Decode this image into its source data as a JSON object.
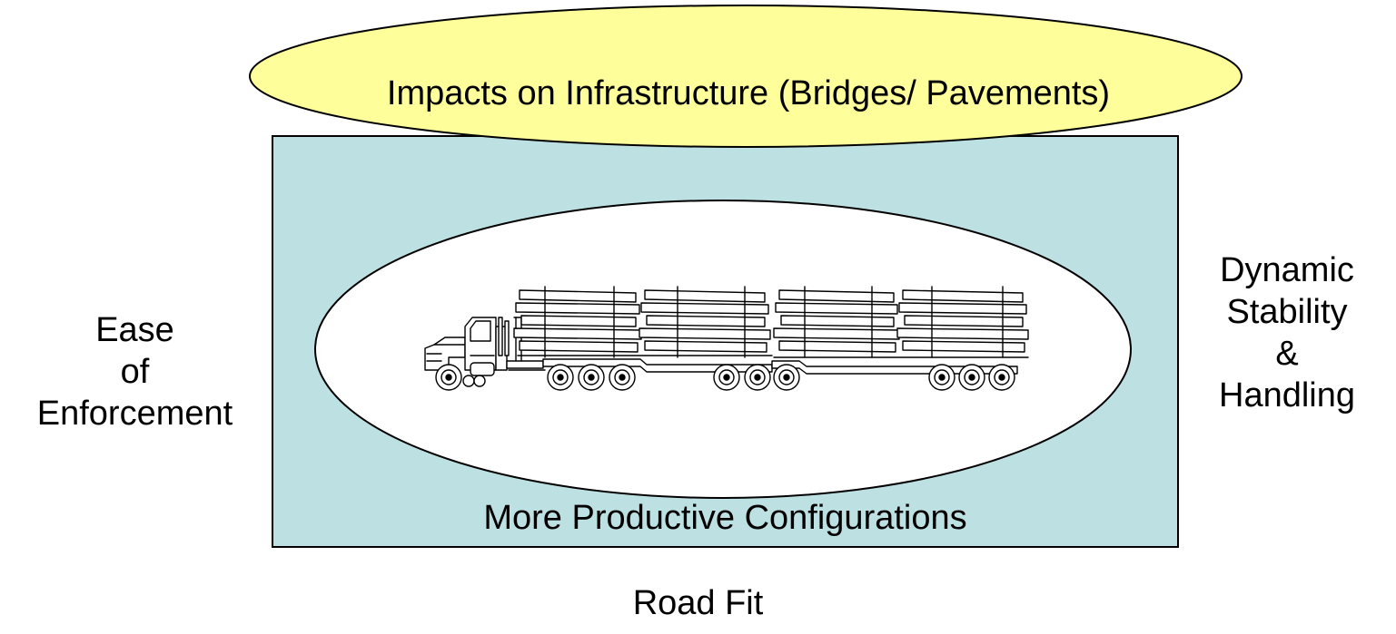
{
  "diagram": {
    "top_ellipse_label": "Impacts on Infrastructure (Bridges/ Pavements)",
    "center_label": "More Productive Configurations",
    "bottom_label": "Road Fit",
    "left_label_lines": [
      "Ease",
      "of",
      "Enforcement"
    ],
    "right_label_lines": [
      "Dynamic",
      "Stability",
      "&",
      "Handling"
    ],
    "central_image_subject": "log-truck-double-trailer-icon",
    "colors": {
      "top_ellipse_fill": "#fefe9b",
      "box_fill": "#bde0e3",
      "inner_ellipse_fill": "#ffffff",
      "stroke": "#000000"
    }
  }
}
